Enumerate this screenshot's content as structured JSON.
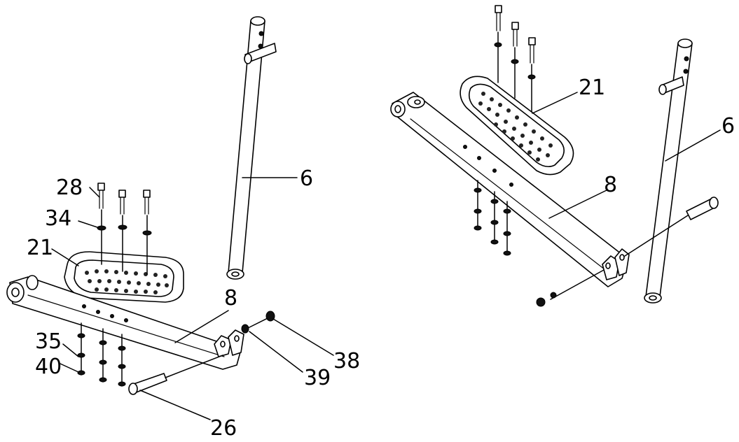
{
  "diagram": {
    "left_view": {
      "callouts": {
        "c28": "28",
        "c34": "34",
        "c21": "21",
        "c6": "6",
        "c8": "8",
        "c35": "35",
        "c40": "40",
        "c38": "38",
        "c39": "39",
        "c26": "26"
      }
    },
    "right_view": {
      "callouts": {
        "c21": "21",
        "c6": "6",
        "c8": "8"
      }
    },
    "colors": {
      "line": "#000000",
      "background": "#ffffff"
    }
  }
}
